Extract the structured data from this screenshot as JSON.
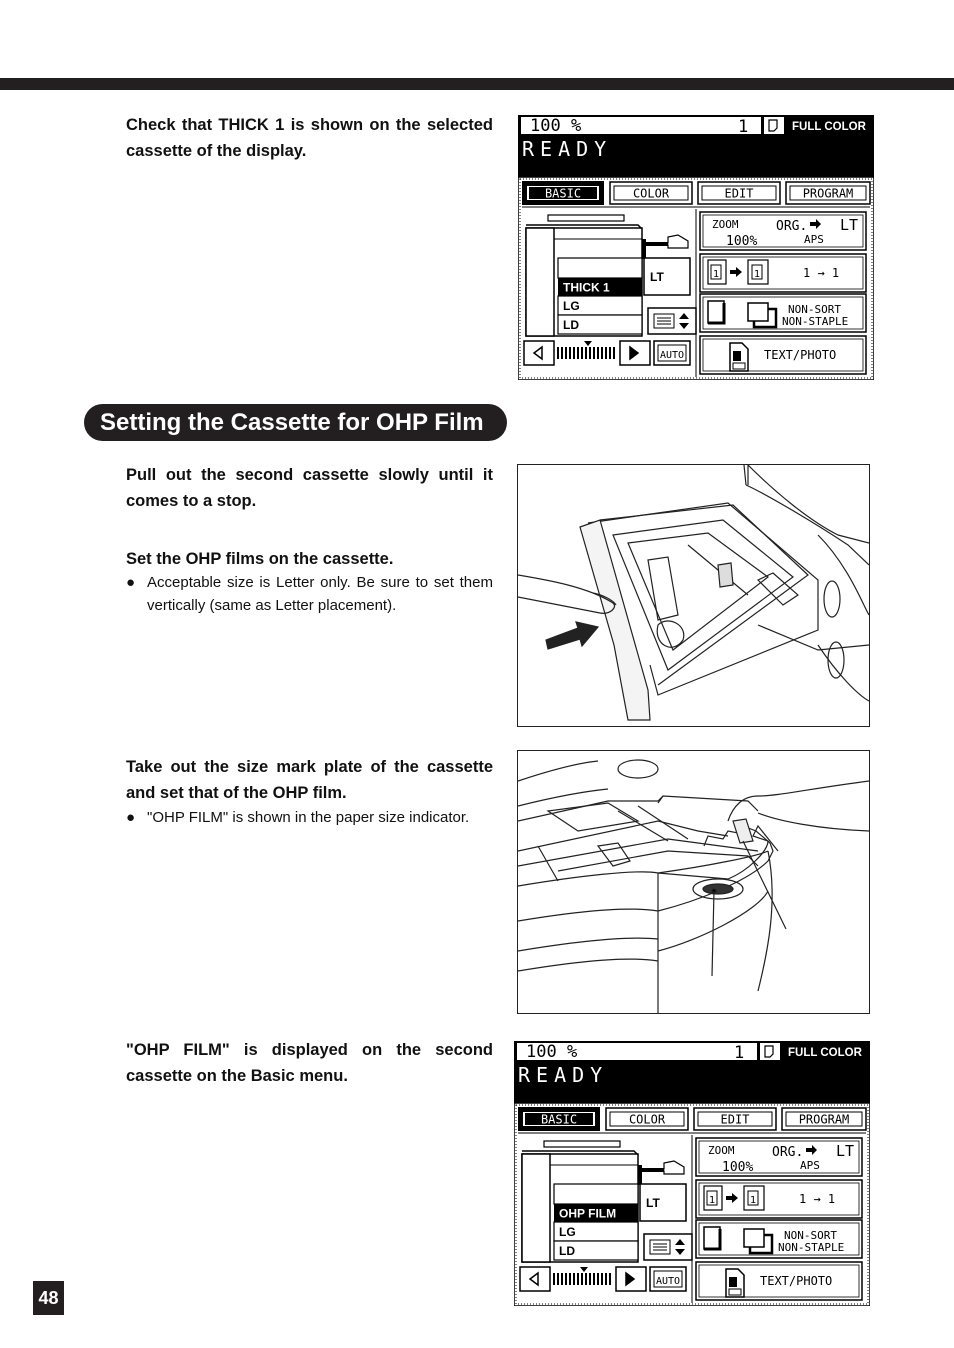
{
  "page_number": "48",
  "section_title": "Setting the Cassette for OHP Film",
  "steps": [
    {
      "text": "Check that THICK 1 is shown on the selected cassette of the display."
    },
    {
      "text": "Pull out the second cassette slowly until it comes to a stop."
    },
    {
      "text": "Set the OHP films on the cassette.",
      "bullet": "Acceptable size is Letter only.  Be sure to set them vertically (same as Letter placement)."
    },
    {
      "text": "Take out the size mark plate of the cassette and set that of the OHP film.",
      "bullet": "\"OHP FILM\" is shown in the paper size indicator."
    },
    {
      "text": "\"OHP FILM\" is displayed on the second cassette on the Basic menu."
    }
  ],
  "bullet_symbol": "●",
  "panels": [
    {
      "zoom_display": "100  %",
      "copies": "1",
      "color_mode": "FULL COLOR",
      "status": "READY",
      "tabs": [
        "BASIC",
        "COLOR",
        "EDIT",
        "PROGRAM"
      ],
      "cassettes": [
        "",
        "THICK 1",
        "LG",
        "LD"
      ],
      "selected_cassette": 1,
      "paper_size": "LT",
      "zoom_label": "ZOOM",
      "zoom_value": "100%",
      "org_label": "ORG.",
      "org_size": "LT",
      "aps": "APS",
      "duplex_mode": "1 → 1",
      "sort_mode": "NON-SORT",
      "staple_mode": "NON-STAPLE",
      "image_mode": "TEXT/PHOTO",
      "auto_label": "AUTO"
    },
    {
      "zoom_display": "100  %",
      "copies": "1",
      "color_mode": "FULL COLOR",
      "status": "READY",
      "tabs": [
        "BASIC",
        "COLOR",
        "EDIT",
        "PROGRAM"
      ],
      "cassettes": [
        "",
        "OHP FILM",
        "LG",
        "LD"
      ],
      "selected_cassette": 1,
      "paper_size": "LT",
      "zoom_label": "ZOOM",
      "zoom_value": "100%",
      "org_label": "ORG.",
      "org_size": "LT",
      "aps": "APS",
      "duplex_mode": "1 → 1",
      "sort_mode": "NON-SORT",
      "staple_mode": "NON-STAPLE",
      "image_mode": "TEXT/PHOTO",
      "auto_label": "AUTO"
    }
  ]
}
